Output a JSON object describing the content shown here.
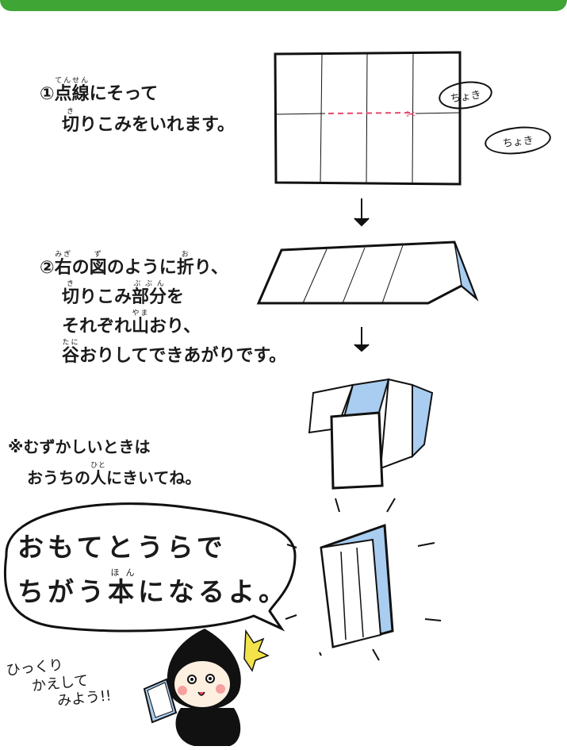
{
  "step1": {
    "line1": [
      {
        "t": "①"
      },
      {
        "t": "点線",
        "r": "てんせん"
      },
      {
        "t": "にそって"
      }
    ],
    "line2": [
      {
        "t": "切",
        "r": "き"
      },
      {
        "t": "りこみをいれます。"
      }
    ]
  },
  "step2": {
    "line1": [
      {
        "t": "②"
      },
      {
        "t": "右",
        "r": "みぎ"
      },
      {
        "t": "の"
      },
      {
        "t": "図",
        "r": "ず"
      },
      {
        "t": "のように"
      },
      {
        "t": "折",
        "r": "お"
      },
      {
        "t": "り、"
      }
    ],
    "line2": [
      {
        "t": "切",
        "r": "き"
      },
      {
        "t": "りこみ"
      },
      {
        "t": "部分",
        "r": "ぶぶん"
      },
      {
        "t": "を"
      }
    ],
    "line3": [
      {
        "t": "それぞれ"
      },
      {
        "t": "山",
        "r": "やま"
      },
      {
        "t": "おり、"
      }
    ],
    "line4": [
      {
        "t": "谷",
        "r": "たに"
      },
      {
        "t": "おりしてできあがりです。"
      }
    ]
  },
  "note": {
    "line1": [
      {
        "t": "※むずかしいときは"
      }
    ],
    "line2": [
      {
        "t": "おうちの"
      },
      {
        "t": "人",
        "r": "ひと"
      },
      {
        "t": "にきいてね。"
      }
    ]
  },
  "bubble": {
    "line1": [
      {
        "t": "おもてとうらで"
      }
    ],
    "line2": [
      {
        "t": "ちがう"
      },
      {
        "t": "本",
        "r": "ほん"
      },
      {
        "t": "になるよ。"
      }
    ]
  },
  "scissor_tag": "ちょき",
  "handwriting": {
    "line1": "ひっくり",
    "line2": "かえして",
    "line3": "みよう!!"
  },
  "colors": {
    "header_green": "#3fa535",
    "fold_blue": "#a9cdf0",
    "cut_line_red": "#e8476a"
  }
}
